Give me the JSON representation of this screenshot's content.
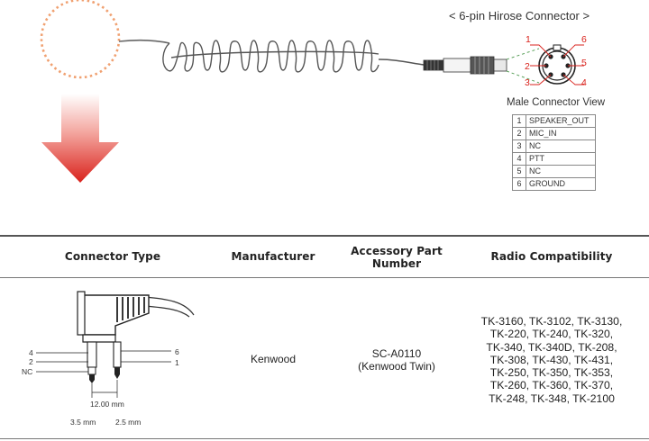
{
  "connector": {
    "title": "< 6-pin Hirose Connector >",
    "view_label": "Male Connector View",
    "pin_labels": [
      "1",
      "2",
      "3",
      "4",
      "5",
      "6"
    ],
    "pinout": [
      {
        "pin": "1",
        "signal": "SPEAKER_OUT"
      },
      {
        "pin": "2",
        "signal": "MIC_IN"
      },
      {
        "pin": "3",
        "signal": "NC"
      },
      {
        "pin": "4",
        "signal": "PTT"
      },
      {
        "pin": "5",
        "signal": "NC"
      },
      {
        "pin": "6",
        "signal": "GROUND"
      }
    ]
  },
  "table": {
    "headers": {
      "connector_type": "Connector Type",
      "manufacturer": "Manufacturer",
      "accessory_part_line1": "Accessory Part",
      "accessory_part_line2": "Number",
      "radio_compat": "Radio Compatibility"
    },
    "row": {
      "manufacturer": "Kenwood",
      "part_number": "SC-A0110",
      "part_desc": "(Kenwood Twin)",
      "radio_lines": [
        "TK-3160, TK-3102, TK-3130,",
        "TK-220, TK-240, TK-320,",
        "TK-340, TK-340D, TK-208,",
        "TK-308, TK-430, TK-431,",
        "TK-250, TK-350, TK-353,",
        "TK-260, TK-360, TK-370,",
        "TK-248, TK-348, TK-2100"
      ]
    },
    "plug": {
      "left_pins": [
        "4",
        "2",
        "NC"
      ],
      "right_pins": [
        "6",
        "1"
      ],
      "spacing": "12.00 mm",
      "left_plug_size": "3.5 mm",
      "right_plug_size": "2.5 mm"
    }
  },
  "colors": {
    "accent_red": "#d9221c",
    "dashed_circle": "#f0a070",
    "pin_label_red": "#d9221c",
    "dashed_green": "#5aa05a"
  }
}
